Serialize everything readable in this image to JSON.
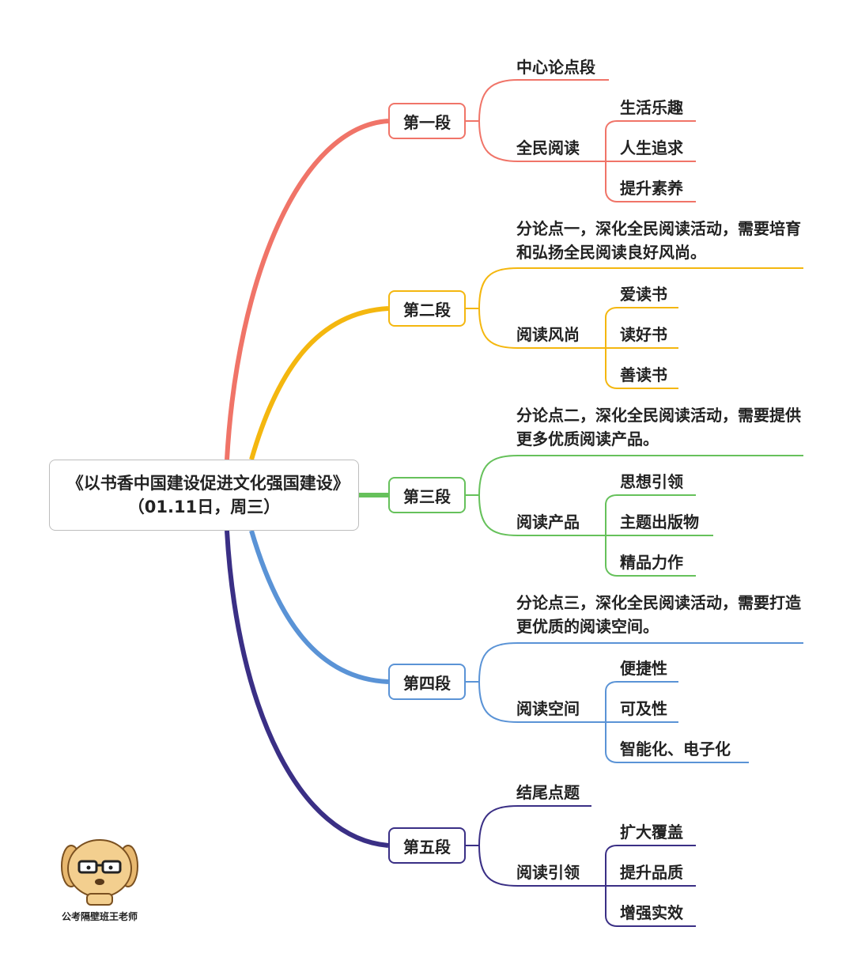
{
  "root": {
    "title": "《以书香中国建设促进文化强国建设》（01.11日，周三）"
  },
  "colors": {
    "sec1": "#f07468",
    "sec2": "#f4b70f",
    "sec3": "#66c15b",
    "sec4": "#5a93d6",
    "sec5": "#3a2f85"
  },
  "sections": [
    {
      "label": "第一段",
      "point": "中心论点段",
      "sub": "全民阅读",
      "items": [
        "生活乐趣",
        "人生追求",
        "提升素养"
      ]
    },
    {
      "label": "第二段",
      "point": "分论点一，深化全民阅读活动，需要培育和弘扬全民阅读良好风尚。",
      "sub": "阅读风尚",
      "items": [
        "爱读书",
        "读好书",
        "善读书"
      ]
    },
    {
      "label": "第三段",
      "point": "分论点二，深化全民阅读活动，需要提供更多优质阅读产品。",
      "sub": "阅读产品",
      "items": [
        "思想引领",
        "主题出版物",
        "精品力作"
      ]
    },
    {
      "label": "第四段",
      "point": "分论点三，深化全民阅读活动，需要打造更优质的阅读空间。",
      "sub": "阅读空间",
      "items": [
        "便捷性",
        "可及性",
        "智能化、电子化"
      ]
    },
    {
      "label": "第五段",
      "point": "结尾点题",
      "sub": "阅读引领",
      "items": [
        "扩大覆盖",
        "提升品质",
        "增强实效"
      ]
    }
  ],
  "watermark": {
    "text": "公考隔壁班王老师",
    "icon": "cartoon-dog-with-glasses-icon"
  }
}
